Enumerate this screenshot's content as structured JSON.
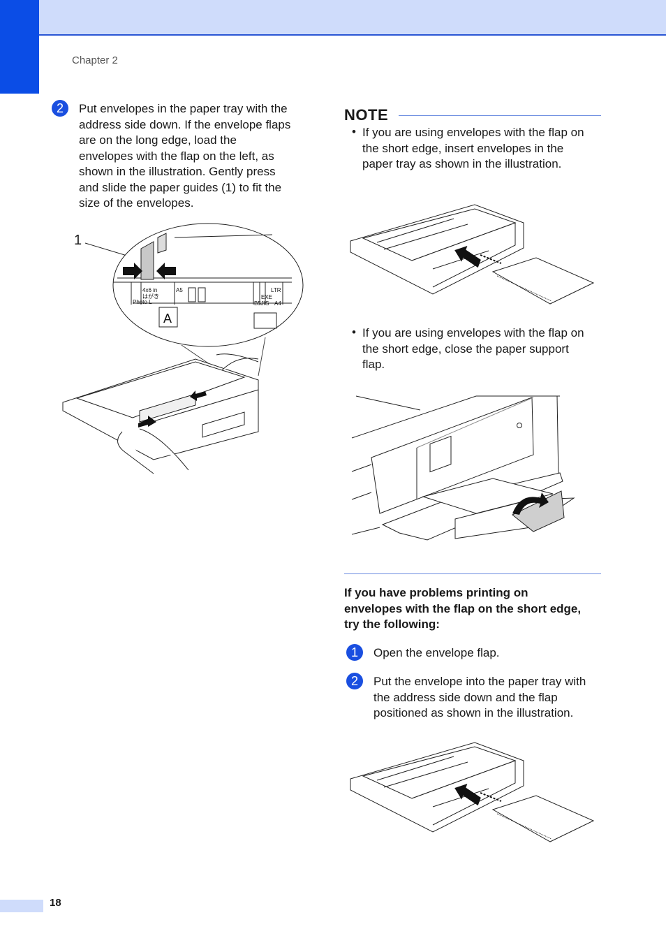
{
  "header": {
    "chapter": "Chapter 2"
  },
  "left": {
    "step_num": "2",
    "step_lines": [
      "Put envelopes in the paper tray with the",
      "address side down. If the envelope flaps",
      "are on the long edge, load the",
      "envelopes with the flap on the left, as",
      "shown in the illustration. Gently press",
      "and slide the paper guides (1) to fit the",
      "size of the envelopes."
    ],
    "callout": "1",
    "tray_labels": {
      "l4x6": "4x6 in",
      "hagaki": "はがき",
      "photo": "Photo L",
      "a5": "A5",
      "ltr": "LTR",
      "exe": "EXE",
      "b5": "B5JIS",
      "a4": "A4",
      "letter_a": "A"
    }
  },
  "note": {
    "title": "NOTE",
    "bullet_symbol": "•",
    "bullet1_lines": [
      "If you are using envelopes with the flap on",
      "the short edge, insert envelopes in the",
      "paper tray as shown in the illustration."
    ],
    "bullet2_lines": [
      "If you are using envelopes with the flap on",
      "the short edge, close the paper support",
      "flap."
    ]
  },
  "problems": {
    "heading_lines": [
      "If you have problems printing on",
      "envelopes with the flap on the short edge,",
      "try the following:"
    ],
    "step1_num": "1",
    "step1_text": "Open the envelope flap.",
    "step2_num": "2",
    "step2_lines": [
      "Put the envelope into the paper tray with",
      "the address side down and the flap",
      "positioned as shown in the illustration."
    ]
  },
  "footer": {
    "page_number": "18"
  },
  "colors": {
    "accent": "#0b4de6",
    "band": "#cfdcfb",
    "rule": "#6d8de0"
  }
}
